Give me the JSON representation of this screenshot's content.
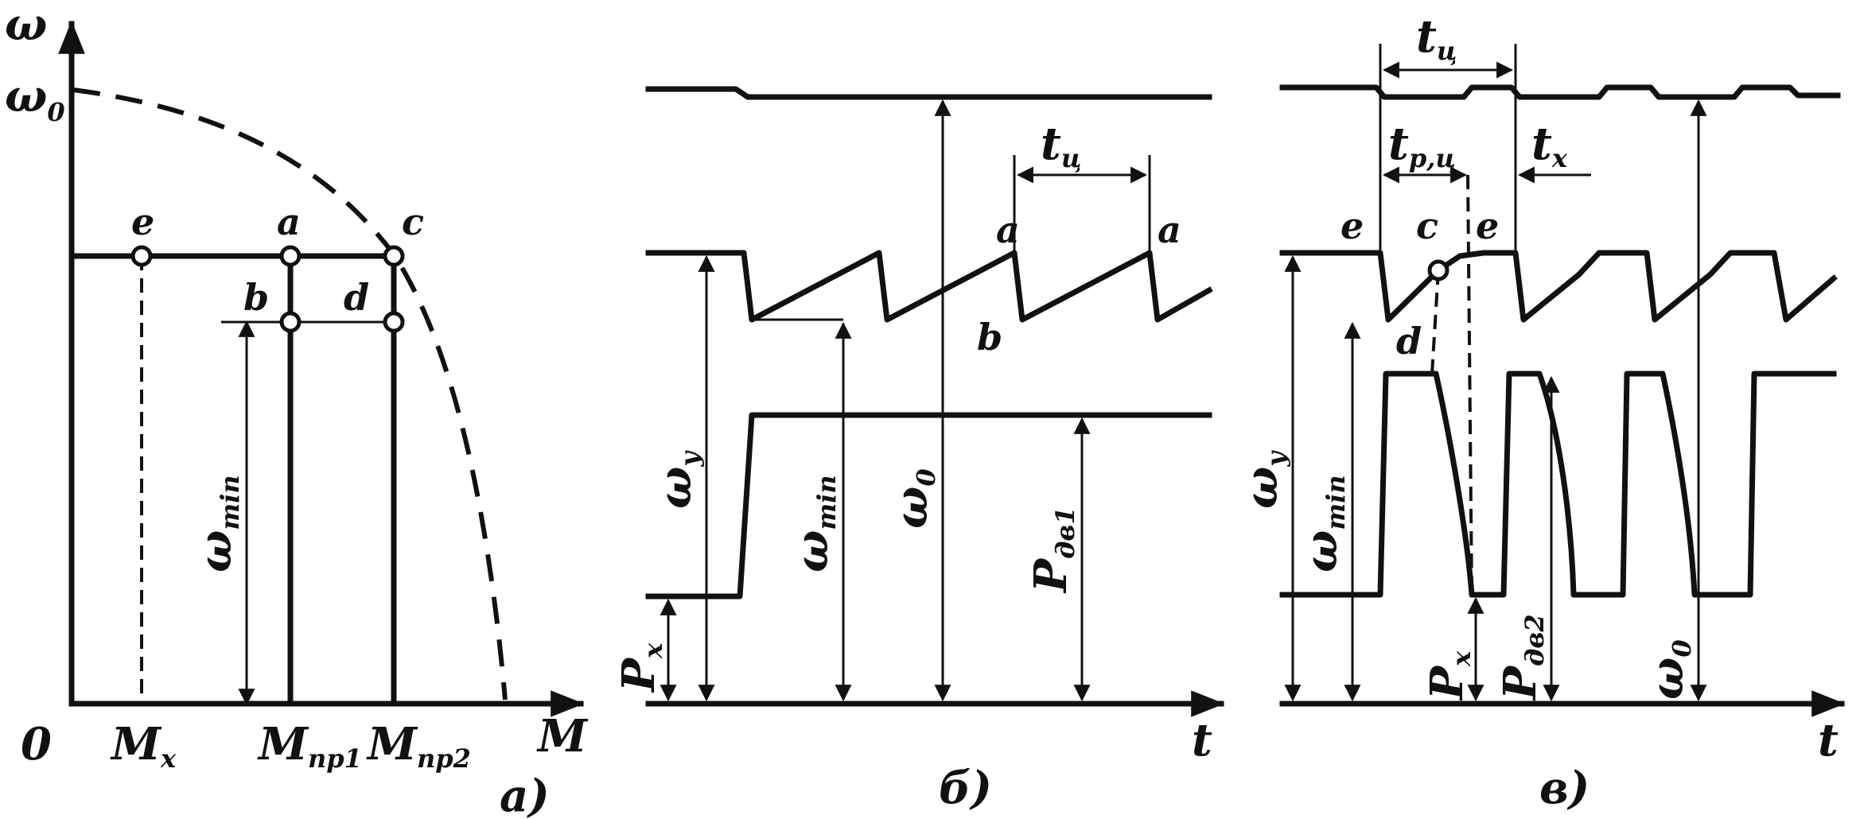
{
  "panel_a": {
    "axis_y": "ω",
    "omega0": "ω",
    "omega0_sub": "0",
    "origin": "0",
    "axis_x": "M",
    "point_e": "e",
    "point_a": "a",
    "point_c": "c",
    "point_b": "b",
    "point_d": "d",
    "mx": "M",
    "mx_sub": "x",
    "mpr1": "M",
    "mpr1_sub": "пр1",
    "mpr2": "M",
    "mpr2_sub": "пр2",
    "omega_min": "ω",
    "omega_min_sub": "min",
    "caption": "a)"
  },
  "panel_b": {
    "label_a1": "a",
    "label_a2": "a",
    "label_b": "b",
    "tc": "t",
    "tc_sub": "ц",
    "omega_y": "ω",
    "omega_y_sub": "y",
    "omega_min": "ω",
    "omega_min_sub": "min",
    "omega0": "ω",
    "omega0_sub": "0",
    "p_dv1": "P",
    "p_dv1_sub": "дв1",
    "p_x": "P",
    "p_x_sub": "x",
    "axis_t": "t",
    "caption": "б)"
  },
  "panel_c": {
    "tc": "t",
    "tc_sub": "ц",
    "tpc": "t",
    "tpc_sub": "р,ц",
    "tx": "t",
    "tx_sub": "x",
    "label_e1": "e",
    "label_e2": "e",
    "label_c": "c",
    "label_d": "d",
    "omega_y": "ω",
    "omega_y_sub": "y",
    "omega_min": "ω",
    "omega_min_sub": "min",
    "p_x": "P",
    "p_x_sub": "x",
    "p_dv2": "P",
    "p_dv2_sub": "дв2",
    "omega0": "ω",
    "omega0_sub": "0",
    "axis_t": "t",
    "caption": "в)"
  }
}
